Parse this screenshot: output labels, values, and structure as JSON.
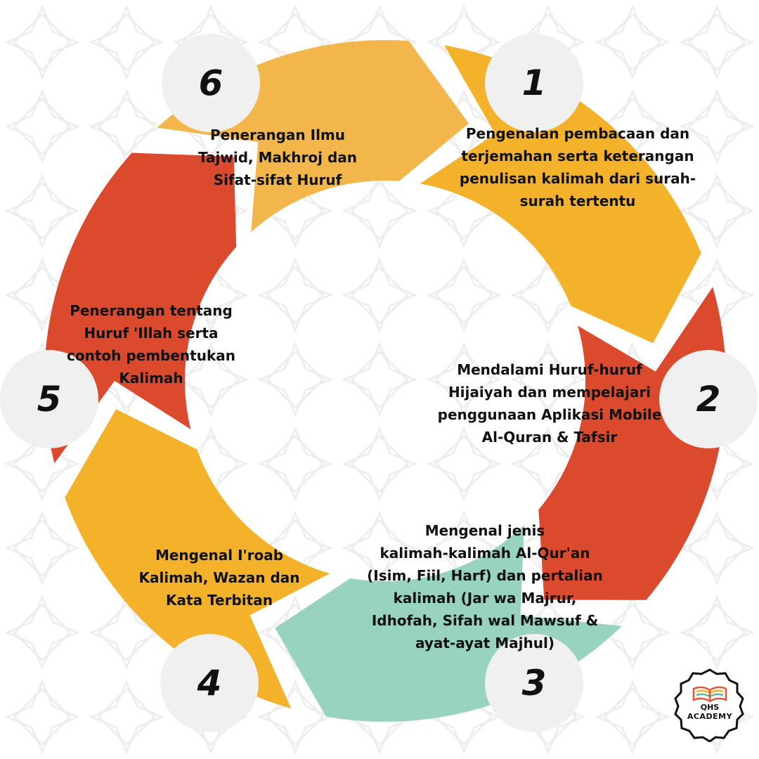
{
  "colors": {
    "step1": "#f3b229",
    "step2": "#dc4a2d",
    "step3": "#98d3bf",
    "step4": "#f3b229",
    "step5": "#dc4a2d",
    "step6": "#f3b64a",
    "number_circle": "#f0f0f0",
    "pattern": "#eeeeee"
  },
  "steps": [
    {
      "number": "1",
      "lines": [
        "Pengenalan pembacaan dan",
        "terjemahan serta keterangan",
        "penulisan kalimah dari surah-",
        "surah tertentu"
      ]
    },
    {
      "number": "2",
      "lines": [
        "Mendalami Huruf-huruf",
        "Hijaiyah dan mempelajari",
        "penggunaan Aplikasi Mobile",
        "Al-Quran & Tafsir"
      ]
    },
    {
      "number": "3",
      "lines": [
        "Mengenal jenis",
        "kalimah-kalimah Al-Qur'an",
        "(Isim, Fiil, Harf) dan pertalian",
        "kalimah (Jar wa Majrur,",
        "Idhofah, Sifah wal Mawsuf &",
        "ayat-ayat Majhul)"
      ]
    },
    {
      "number": "4",
      "lines": [
        "Mengenal I'roab",
        "Kalimah, Wazan dan",
        "Kata Terbitan"
      ]
    },
    {
      "number": "5",
      "lines": [
        "Penerangan tentang",
        "Huruf 'Illah serta",
        "contoh pembentukan",
        "Kalimah"
      ]
    },
    {
      "number": "6",
      "lines": [
        "Penerangan Ilmu",
        "Tajwid, Makhroj dan",
        "Sifat-sifat Huruf"
      ]
    }
  ],
  "logo": {
    "line1": "QHS",
    "line2": "ACADEMY",
    "icon": "open-book-icon"
  }
}
